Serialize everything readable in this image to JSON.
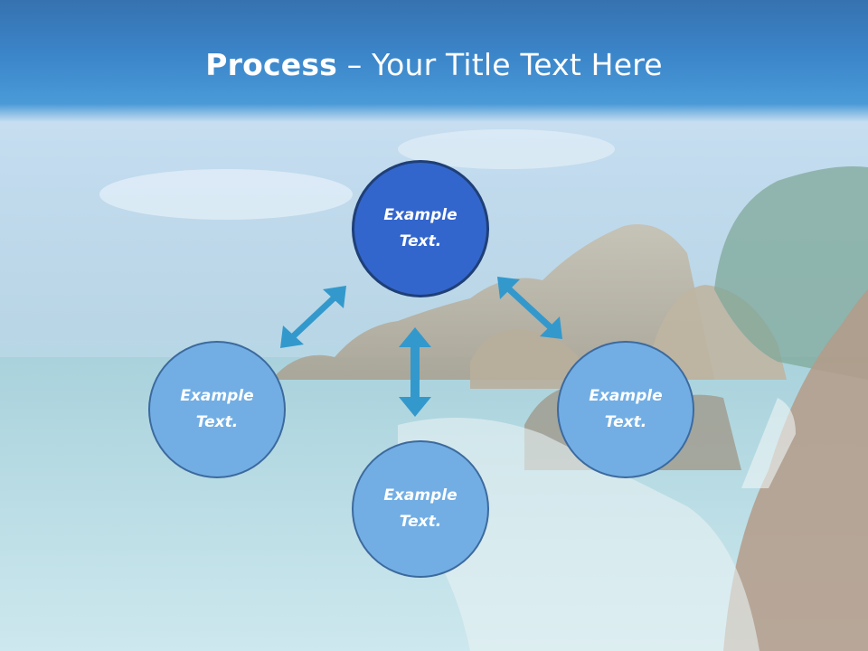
{
  "title": {
    "bold": "Process",
    "rest": " – Your Title Text Here"
  },
  "nodes": {
    "top": "Example Text.",
    "left": "Example Text.",
    "right": "Example Text.",
    "bottom": "Example Text."
  },
  "colors": {
    "title_bar": "#3b85c9",
    "top_node": "#3366cc",
    "side_node": "#72aee4",
    "arrow": "#3399cc"
  }
}
